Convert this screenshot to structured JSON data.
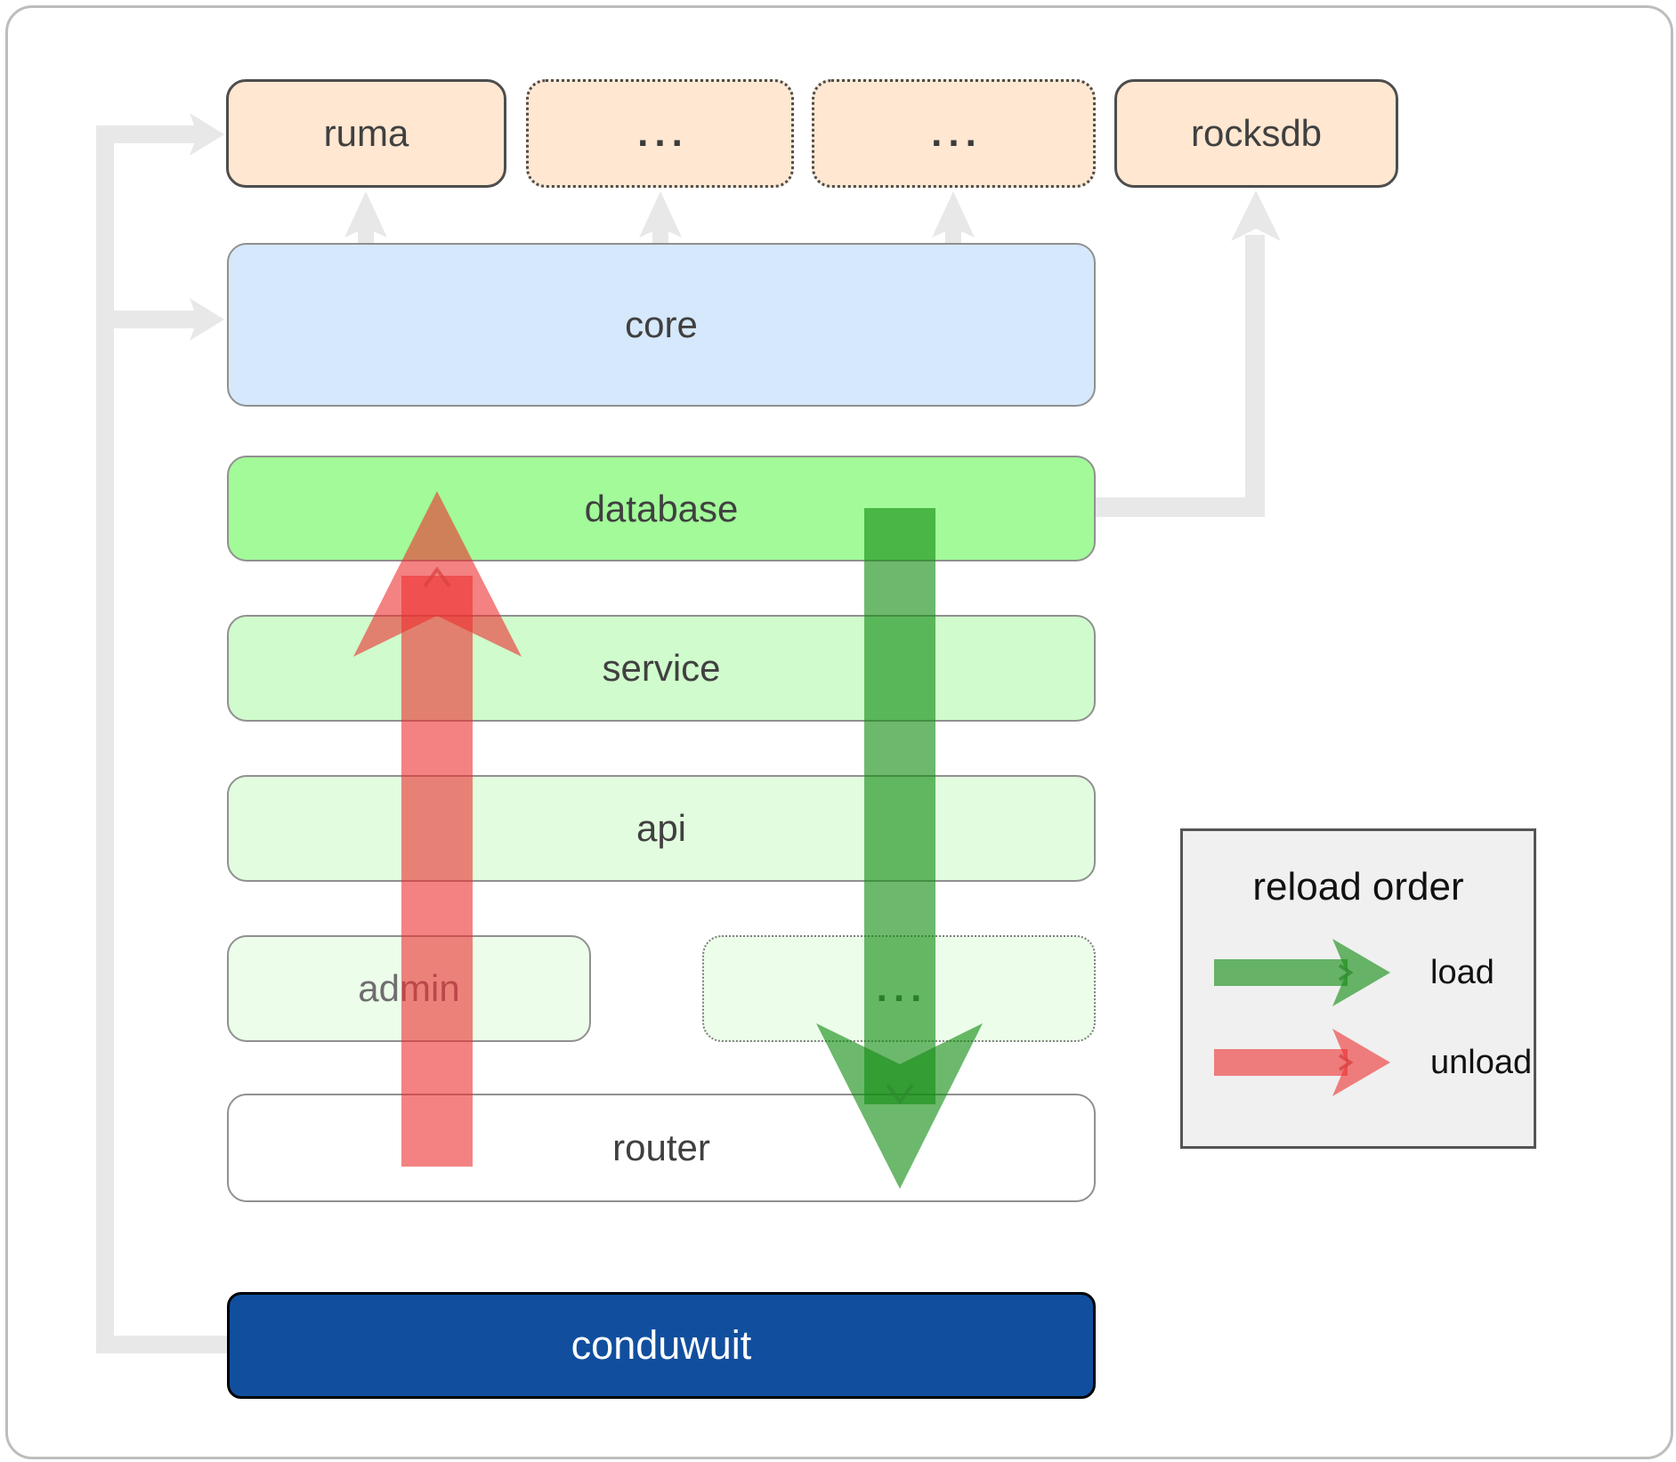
{
  "nodes": {
    "ruma": {
      "label": "ruma"
    },
    "ellipsis_top_1": {
      "label": "..."
    },
    "ellipsis_top_2": {
      "label": "..."
    },
    "rocksdb": {
      "label": "rocksdb"
    },
    "core": {
      "label": "core"
    },
    "database": {
      "label": "database"
    },
    "service": {
      "label": "service"
    },
    "api": {
      "label": "api"
    },
    "admin": {
      "label": "admin"
    },
    "ellipsis_stub": {
      "label": "..."
    },
    "router": {
      "label": "router"
    },
    "conduwuit": {
      "label": "conduwuit"
    }
  },
  "legend": {
    "title": "reload order",
    "items": [
      {
        "label": "load"
      },
      {
        "label": "unload"
      }
    ]
  },
  "colors": {
    "module_fill": "#ffe7d1",
    "core_fill": "#d6e8fb",
    "database_fill": "#a2fa99",
    "service_fill": "#d0fbcc",
    "api_fill": "#e2fcdf",
    "stub_fill": "#ecfdea",
    "router_fill": "#ffffff",
    "conduwuit_fill": "#114f9e",
    "load_green": "#128c12",
    "unload_red": "#ed2f2f",
    "pipe_gray": "#e8e8e8",
    "legend_bg": "#f0f0f0"
  }
}
